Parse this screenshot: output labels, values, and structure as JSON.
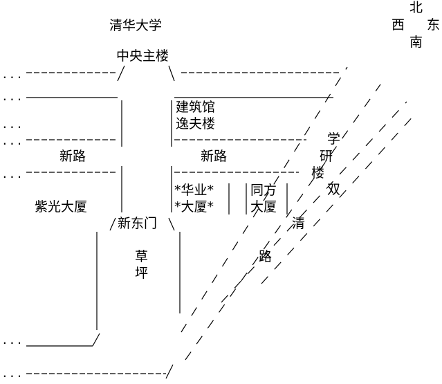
{
  "title": "清华大学",
  "compass": {
    "north": "北",
    "south": "南",
    "east": "东",
    "west": "西"
  },
  "gates": {
    "main_building": "中央主楼",
    "east_gate": "新东门"
  },
  "roads": {
    "xin_lu_left": "新路",
    "xin_lu_right": "新路",
    "qing_road_chars": [
      "清",
      "路"
    ],
    "shuang_char": "双"
  },
  "buildings": {
    "jianzhu_line1": "建筑馆",
    "jianzhu_line2": "逸夫楼",
    "ziguang": "紫光大厦",
    "huaye_line1": "*华业*",
    "huaye_line2": "*大厦*",
    "tongfang_line1": "同方",
    "tongfang_line2": "大厦",
    "caoping": [
      "草",
      "坪"
    ],
    "yanjiu": [
      "学",
      "研",
      "楼"
    ]
  },
  "ellipsis": "..."
}
